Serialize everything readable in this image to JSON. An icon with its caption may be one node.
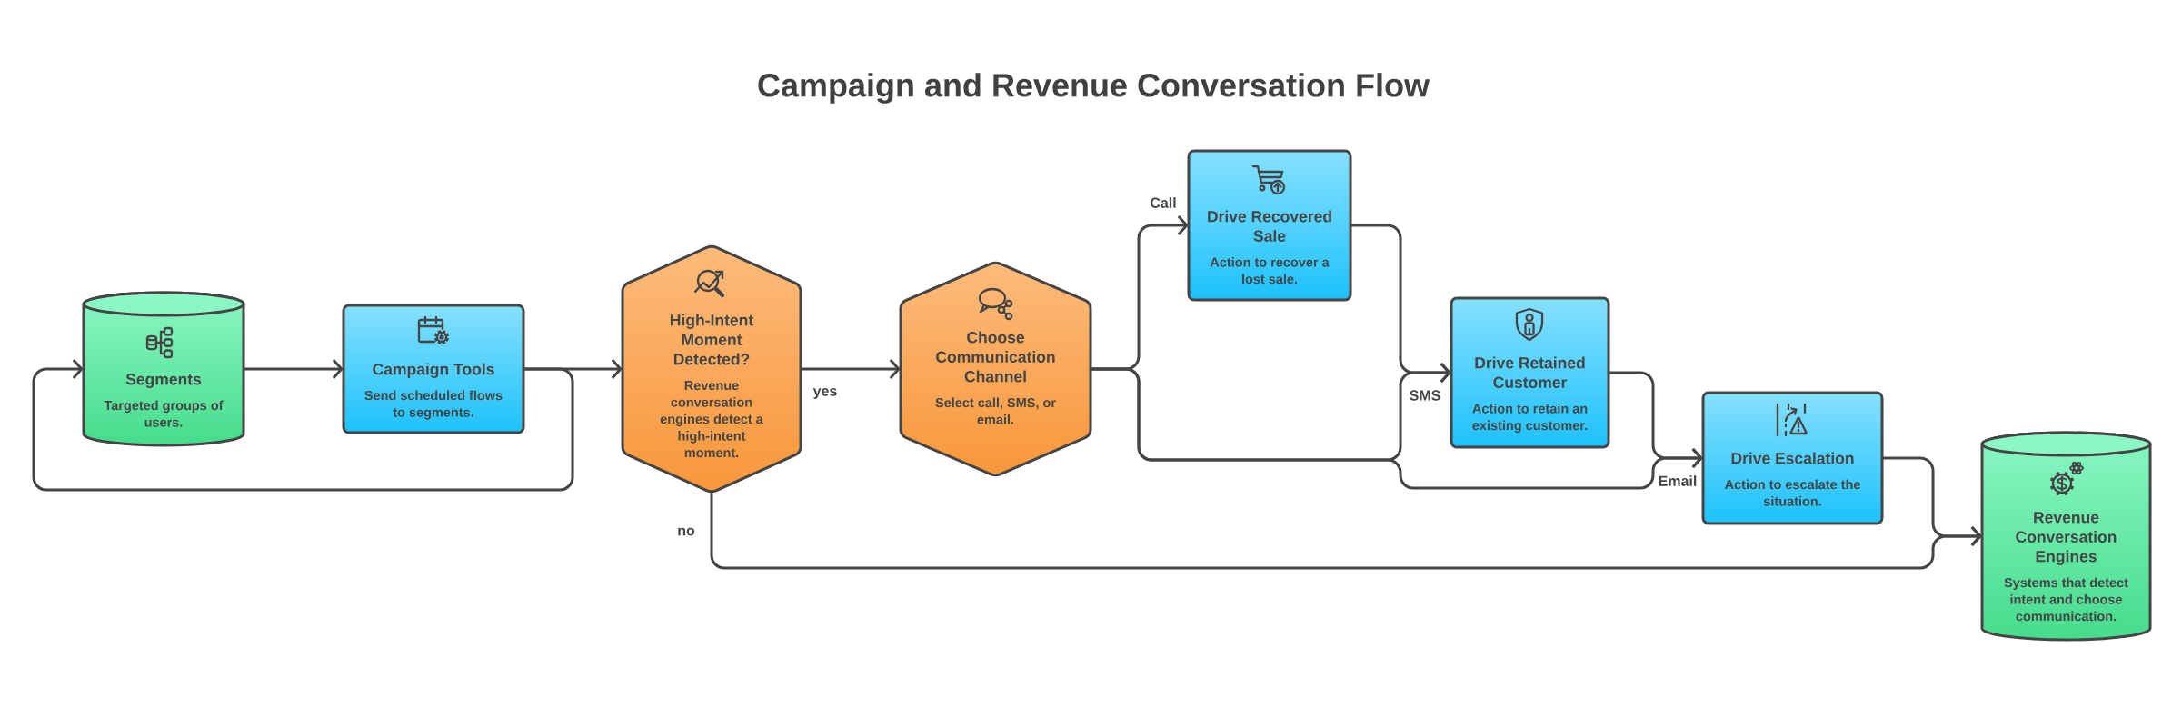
{
  "diagram": {
    "title": "Campaign and Revenue Conversation Flow",
    "nodes": [
      {
        "text": [
          "Segments",
          "Targeted groups of users."
        ]
      },
      {
        "text": [
          "Campaign Tools",
          "Send scheduled flows to segments."
        ]
      },
      {
        "text": [
          "High-Intent Moment Detected?",
          "Revenue conversation engines detect a high-intent moment."
        ]
      },
      {
        "text": [
          "Choose Communication Channel",
          "Select call, SMS, or email."
        ]
      },
      {
        "text": [
          "Drive Recovered Sale",
          "Action to recover a lost sale."
        ]
      },
      {
        "text": [
          "Drive Retained Customer",
          "Action to retain an existing customer."
        ]
      },
      {
        "text": [
          "Drive Escalation",
          "Action to escalate the situation."
        ]
      },
      {
        "text": [
          "Revenue Conversation Engines",
          "Systems that detect intent and choose communication."
        ]
      }
    ],
    "edges": [
      {
        "from": 0,
        "to": 1,
        "arrow": "to"
      },
      {
        "from": 1,
        "to": 2,
        "arrow": "to"
      },
      {
        "from": 1,
        "to": 0,
        "arrow": "to"
      },
      {
        "from": 2,
        "to": 3,
        "arrow": "to",
        "label": "yes"
      },
      {
        "from": 2,
        "to": 7,
        "arrow": "to",
        "label": "no"
      },
      {
        "from": 3,
        "to": 4,
        "arrow": "to",
        "label": "Call"
      },
      {
        "from": 3,
        "to": 5,
        "arrow": "to",
        "label": "SMS"
      },
      {
        "from": 3,
        "to": 6,
        "arrow": "to",
        "label": "Email"
      },
      {
        "from": 4,
        "to": 5,
        "arrow": "to"
      },
      {
        "from": 5,
        "to": 6,
        "arrow": "to"
      },
      {
        "from": 6,
        "to": 7,
        "arrow": "to"
      }
    ]
  }
}
